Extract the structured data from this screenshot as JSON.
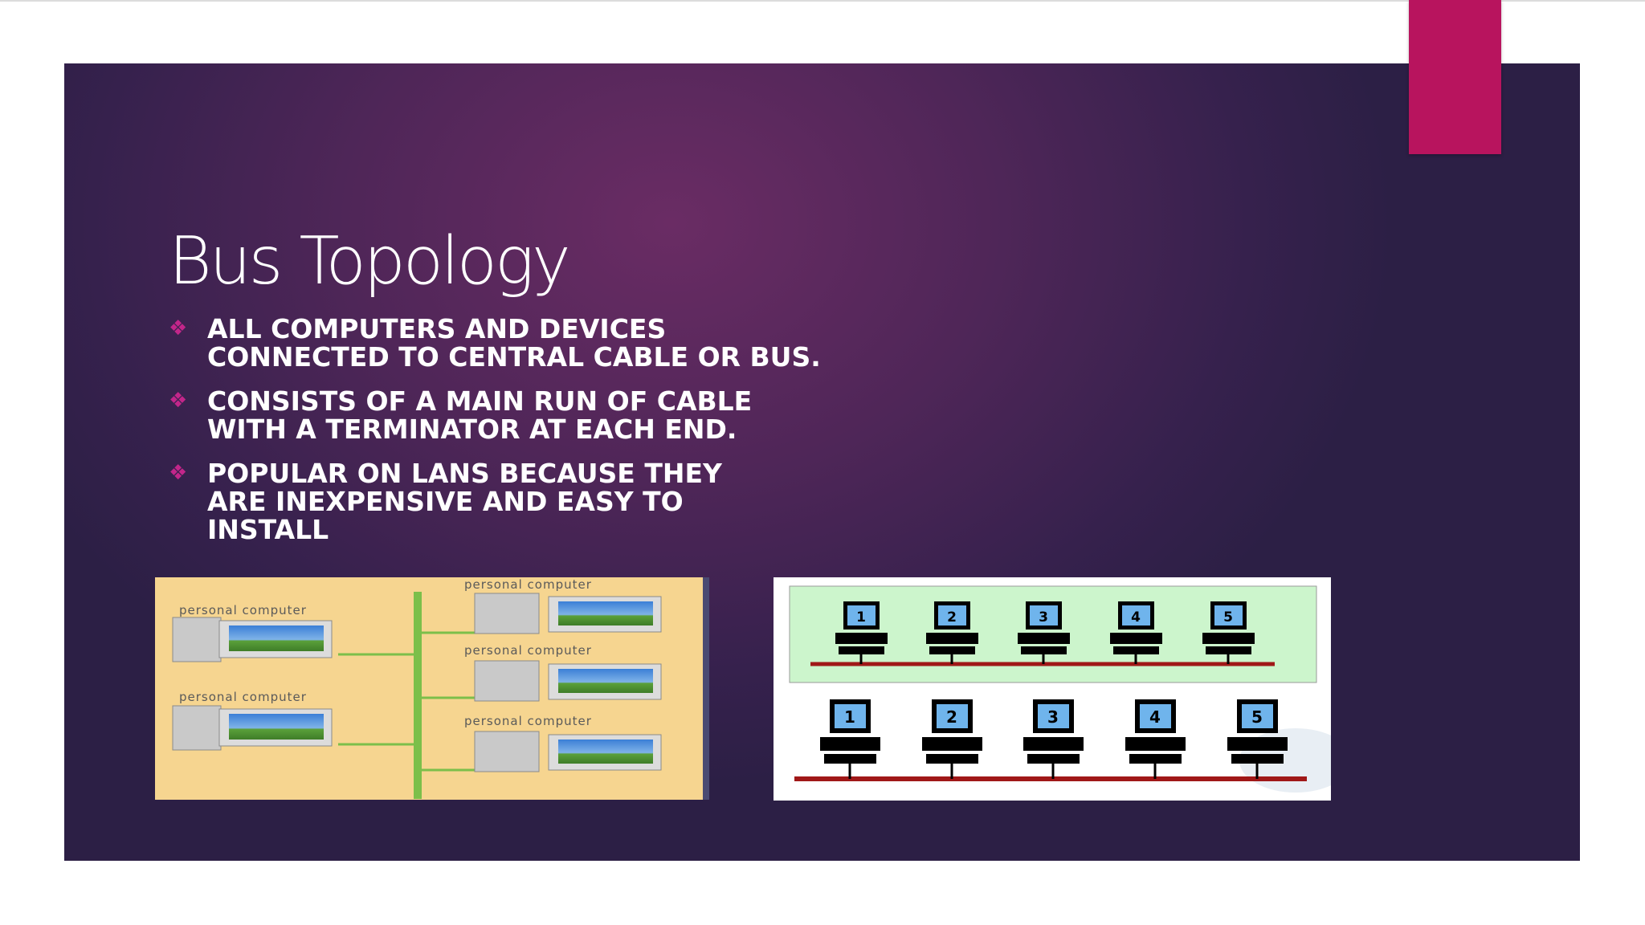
{
  "slide": {
    "title": "Bus Topology",
    "bullets": [
      {
        "line1": "ALL COMPUTERS AND DEVICES",
        "line2": "CONNECTED TO CENTRAL CABLE OR BUS.",
        "line3": ""
      },
      {
        "line1": "CONSISTS OF A MAIN RUN OF CABLE",
        "line2": "WITH A TERMINATOR AT EACH END.",
        "line3": ""
      },
      {
        "line1": "POPULAR ON LANS BECAUSE THEY",
        "line2": "ARE INEXPENSIVE AND EASY TO",
        "line3": "INSTALL"
      }
    ],
    "bullet_icon": "four-diamond-bullet-icon"
  },
  "left_diagram": {
    "labels": [
      "personal computer",
      "personal computer",
      "personal computer",
      "personal computer",
      "personal computer"
    ]
  },
  "right_diagram": {
    "row1_numbers": [
      "1",
      "2",
      "3",
      "4",
      "5"
    ],
    "row2_numbers": [
      "1",
      "2",
      "3",
      "4",
      "5"
    ]
  },
  "colors": {
    "accent": "#b8145e",
    "slide_background": "#4f2658",
    "bullet_icon": "#c2268a",
    "bus_cable": "#a01818"
  }
}
